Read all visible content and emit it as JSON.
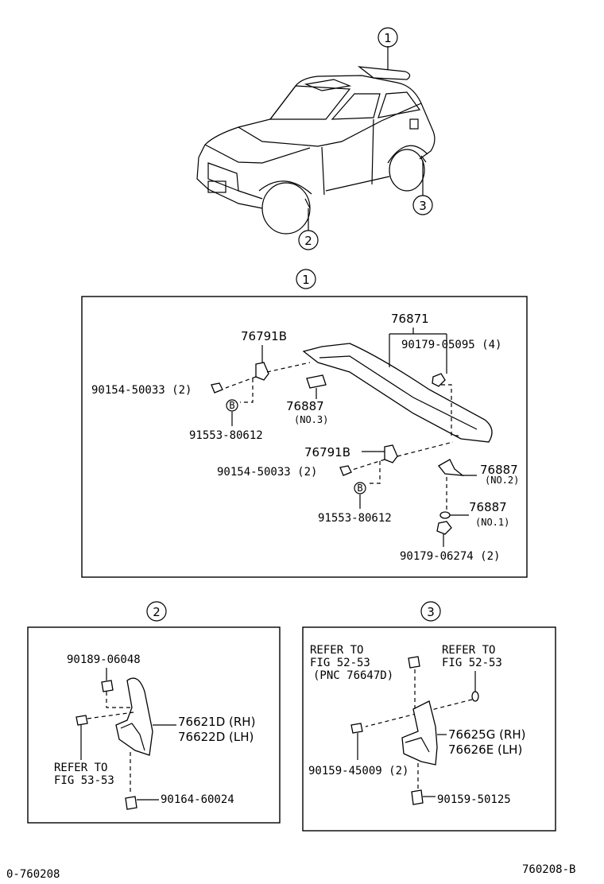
{
  "callouts": {
    "c1": "1",
    "c2": "2",
    "c3": "3"
  },
  "section1": {
    "p76871": "76871",
    "p90179_05095": "90179-05095 (4)",
    "p76791B_a": "76791B",
    "p90154_50033_a": "90154-50033 (2)",
    "p76887_no3": "76887",
    "no3": "(NO.3)",
    "p91553_a": "91553-80612",
    "p76791B_b": "76791B",
    "p90154_50033_b": "90154-50033 (2)",
    "p76887_no2": "76887",
    "no2": "(NO.2)",
    "p91553_b": "91553-80612",
    "p76887_no1": "76887",
    "no1": "(NO.1)",
    "p90179_06274": "90179-06274 (2)",
    "b_label": "B"
  },
  "section2": {
    "p90189": "90189-06048",
    "p76621D": "76621D (RH)",
    "p76622D": "76622D (LH)",
    "refer1": "REFER TO",
    "refer2": "FIG 53-53",
    "p90164": "90164-60024"
  },
  "section3": {
    "referA1": "REFER TO",
    "referA2": "FIG 52-53",
    "referA3": "(PNC 76647D)",
    "referB1": "REFER TO",
    "referB2": "FIG 52-53",
    "p76625G": "76625G (RH)",
    "p76626E": "76626E (LH)",
    "p90159_45009": "90159-45009 (2)",
    "p90159_50125": "90159-50125"
  },
  "footer": {
    "left": "0-760208",
    "right": "760208-B"
  }
}
